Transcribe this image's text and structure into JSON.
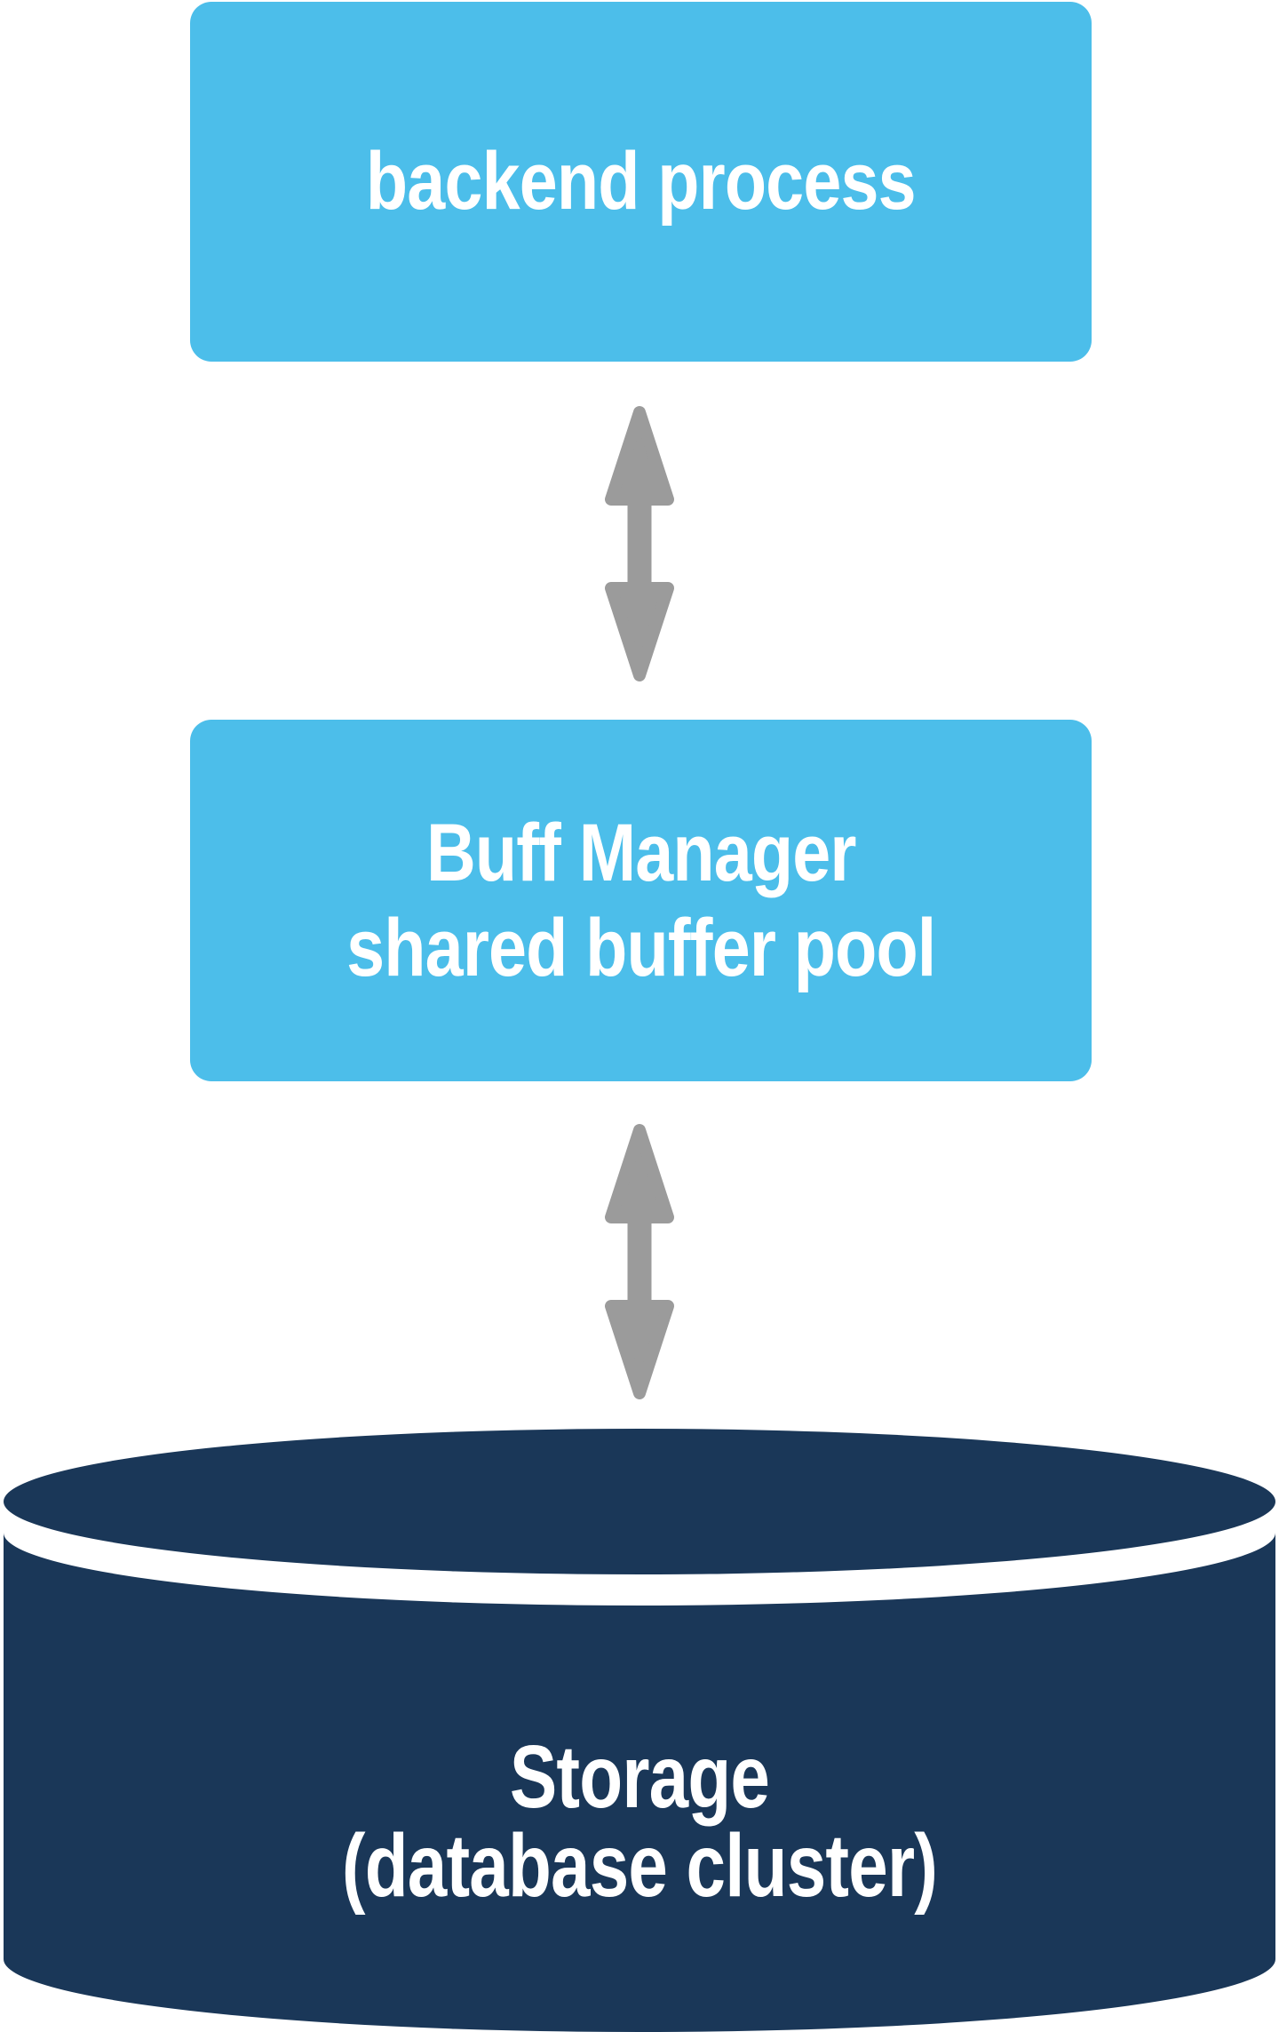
{
  "nodes": {
    "backend_process": {
      "label": "backend process"
    },
    "buffer_manager": {
      "lines": [
        "Buff Manager",
        "shared buffer pool"
      ]
    },
    "storage": {
      "lines": [
        "Storage",
        "(database cluster)"
      ]
    }
  },
  "connectors": [
    {
      "name": "backend-to-buffer",
      "type": "bidirectional-arrow"
    },
    {
      "name": "buffer-to-storage",
      "type": "bidirectional-arrow"
    }
  ],
  "colors": {
    "node_fill": "#4CBEEA",
    "storage_fill": "#1A3758",
    "arrow": "#9B9B9B",
    "label_text": "#FFFFFF"
  }
}
